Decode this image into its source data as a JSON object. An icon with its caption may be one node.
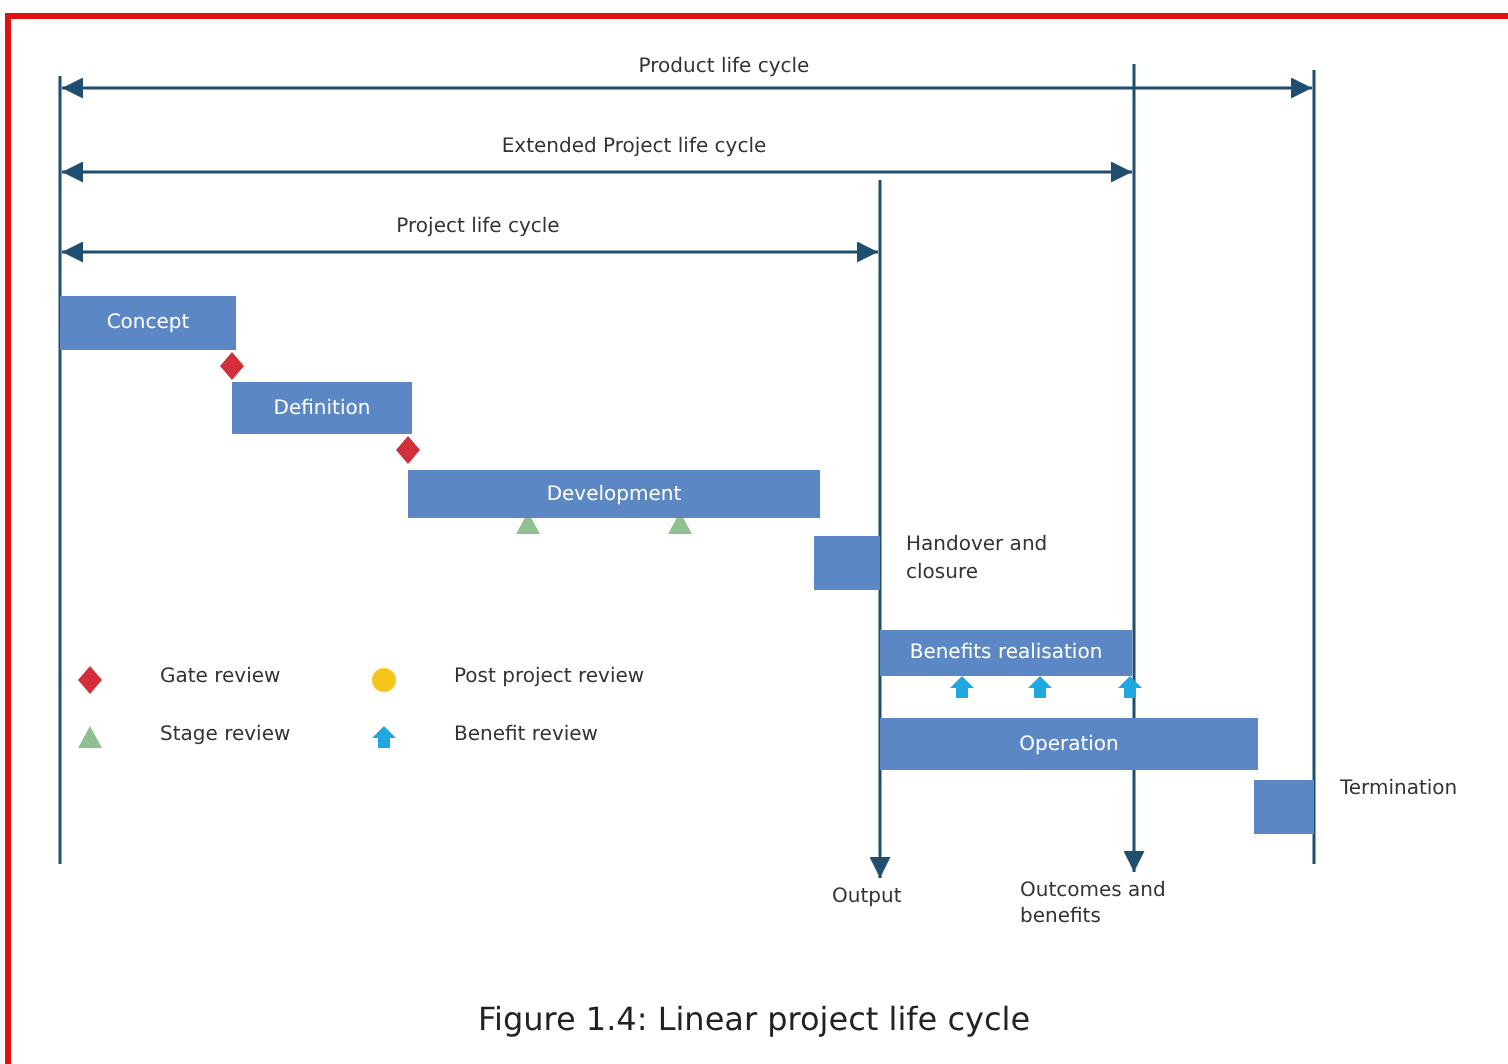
{
  "diagram": {
    "caption": "Figure 1.4: Linear project life cycle",
    "nodes": [
      {
        "text": [
          "Concept"
        ]
      },
      {
        "text": [
          "Definition"
        ]
      },
      {
        "text": [
          "Development"
        ]
      },
      {
        "text": [],
        "shape": "box",
        "beside": [
          "Handover and closure"
        ]
      },
      {
        "text": [
          "Benefits realisation"
        ]
      },
      {
        "text": [
          "Operation"
        ]
      },
      {
        "text": [],
        "shape": "box",
        "beside": [
          "Termination"
        ]
      },
      {
        "text": [
          "Output"
        ]
      },
      {
        "text": [
          "Outcomes and benefits"
        ]
      }
    ],
    "edges": [
      {
        "from": null,
        "to": 7,
        "arrow": "to"
      },
      {
        "from": null,
        "to": 8,
        "arrow": "to"
      }
    ],
    "labels": [
      "Product life cycle",
      "Extended Project life cycle",
      "Project life cycle"
    ],
    "legend": [
      {
        "text": "Gate review"
      },
      {
        "text": "Post project review"
      },
      {
        "text": "Stage review"
      },
      {
        "text": "Benefit review"
      }
    ]
  }
}
